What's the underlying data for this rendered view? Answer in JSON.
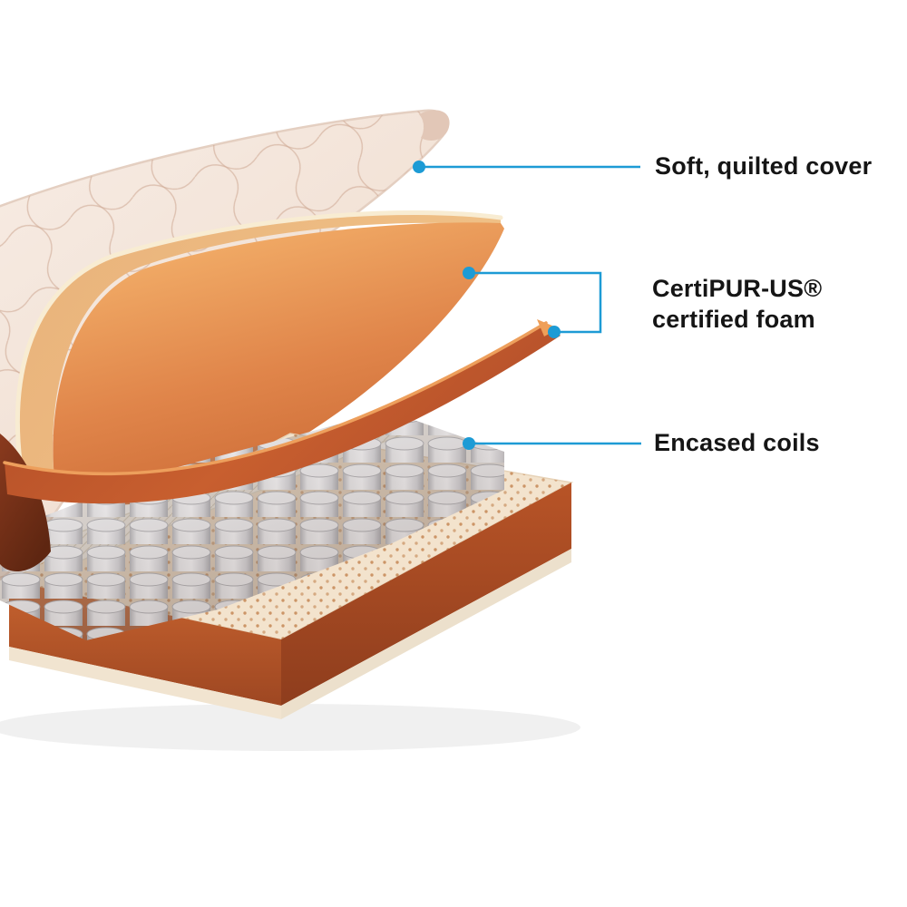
{
  "colors": {
    "accent": "#1d9bd5",
    "cover_pink": "#f4e7dd",
    "foam_orange": "#e8944e",
    "sheet_red": "#c05a2c",
    "base_terracotta": "#b9552c",
    "coil_gray": "#d9d9dd",
    "text": "#151515"
  },
  "callouts": {
    "cover": {
      "label": "Soft, quilted cover"
    },
    "foam": {
      "line1": "CertiPUR-US®",
      "line2": "certified foam"
    },
    "coils": {
      "label": "Encased coils"
    }
  }
}
